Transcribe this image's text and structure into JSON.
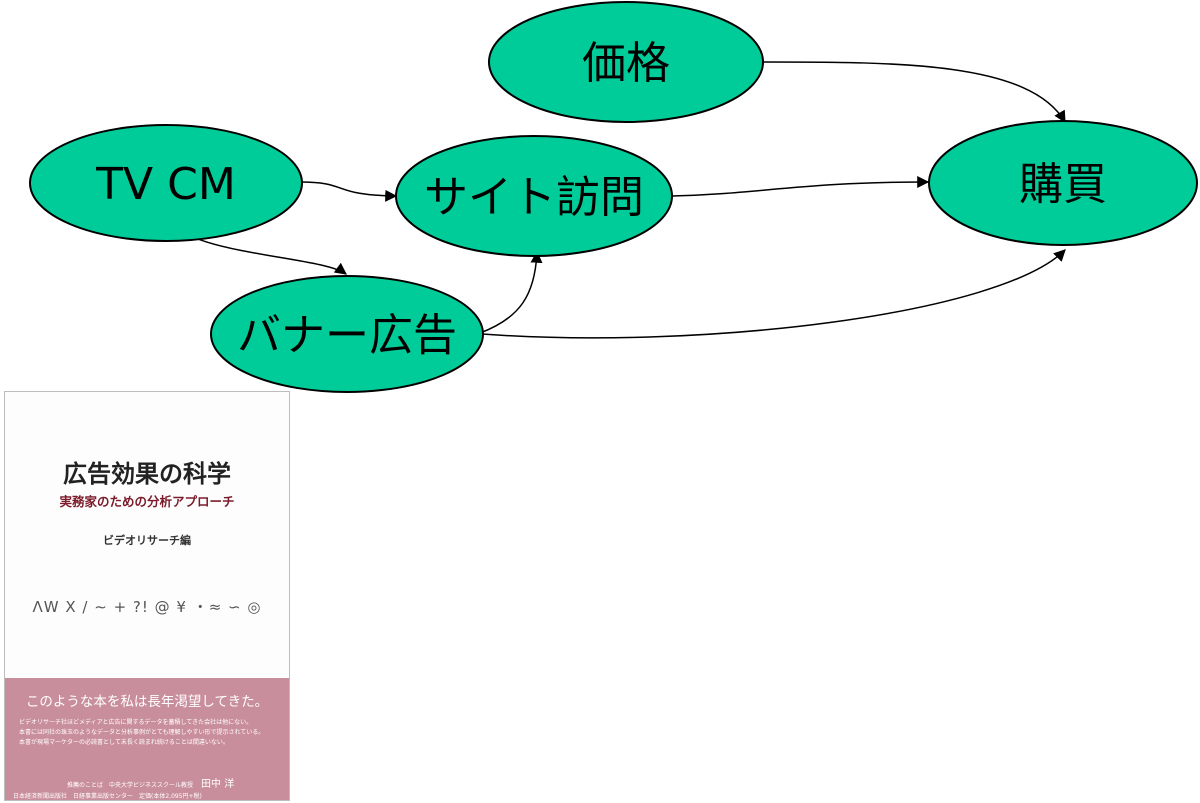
{
  "diagram": {
    "node_fill": "#00cc99",
    "nodes": [
      {
        "id": "price",
        "label": "価格"
      },
      {
        "id": "tvcm",
        "label": "TV CM"
      },
      {
        "id": "site",
        "label": "サイト訪問"
      },
      {
        "id": "purchase",
        "label": "購買"
      },
      {
        "id": "banner",
        "label": "バナー広告"
      }
    ],
    "edges": [
      {
        "from": "tvcm",
        "to": "site"
      },
      {
        "from": "tvcm",
        "to": "banner"
      },
      {
        "from": "banner",
        "to": "site"
      },
      {
        "from": "site",
        "to": "purchase"
      },
      {
        "from": "banner",
        "to": "purchase"
      },
      {
        "from": "price",
        "to": "purchase"
      }
    ]
  },
  "book": {
    "title": "広告効果の科学",
    "subtitle": "実務家のための分析アプローチ",
    "editor": "ビデオリサーチ編",
    "symbols": "ΛW X / ∼ + ?! @ ¥ ・≈ ∽ ◎",
    "band_color": "#c98e9c",
    "band_headline": "このような本を私は長年渇望してきた。",
    "band_body": [
      "ビデオリサーチ社ほどメディアと広告に関するデータを蓄積してきた会社は他にない。",
      "本書には同社の珠玉のようなデータと分析事例がとても理解しやすい形で提示されている。",
      "本書が現場マーケターの必読書として末長く読まれ続けることは間違いない。"
    ],
    "recommender_prefix": "推薦のことば　中央大学ビジネススクール教授",
    "recommender_name": "田中 洋",
    "publishers": "日本経済新聞出版社　日経事業出版センター　定価(本体2,095円+税)"
  }
}
